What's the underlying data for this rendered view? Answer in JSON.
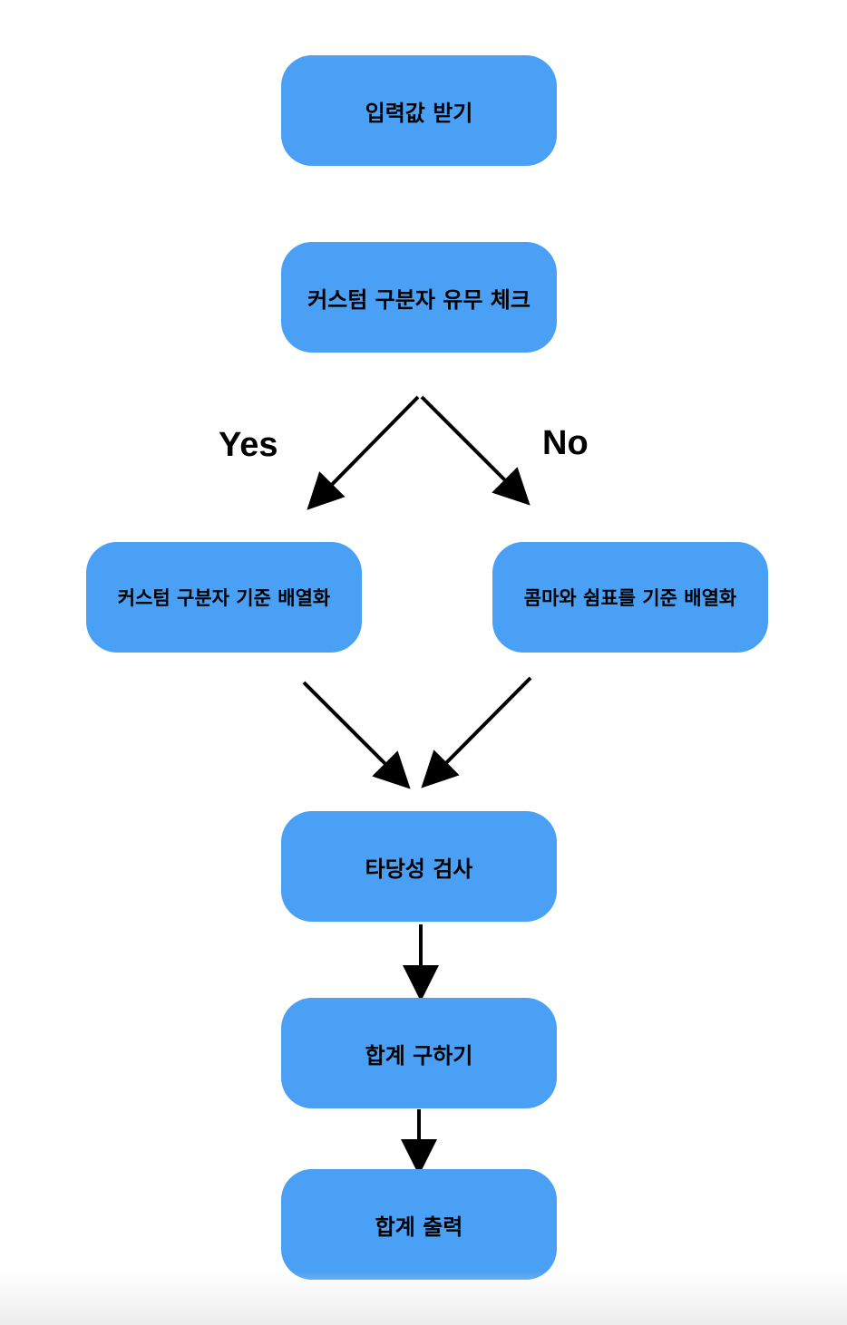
{
  "nodes": {
    "input": "입력값 받기",
    "check": "커스텀 구분자 유무 체크",
    "custom_split": "커스텀 구분자 기준 배열화",
    "default_split": "콤마와 쉼표를 기준 배열화",
    "validate": "타당성 검사",
    "sum": "합계 구하기",
    "output": "합계 출력"
  },
  "edge_labels": {
    "yes": "Yes",
    "no": "No"
  },
  "colors": {
    "node_fill": "#4aa0f5",
    "text": "#000000",
    "arrow": "#000000",
    "background": "#ffffff"
  }
}
